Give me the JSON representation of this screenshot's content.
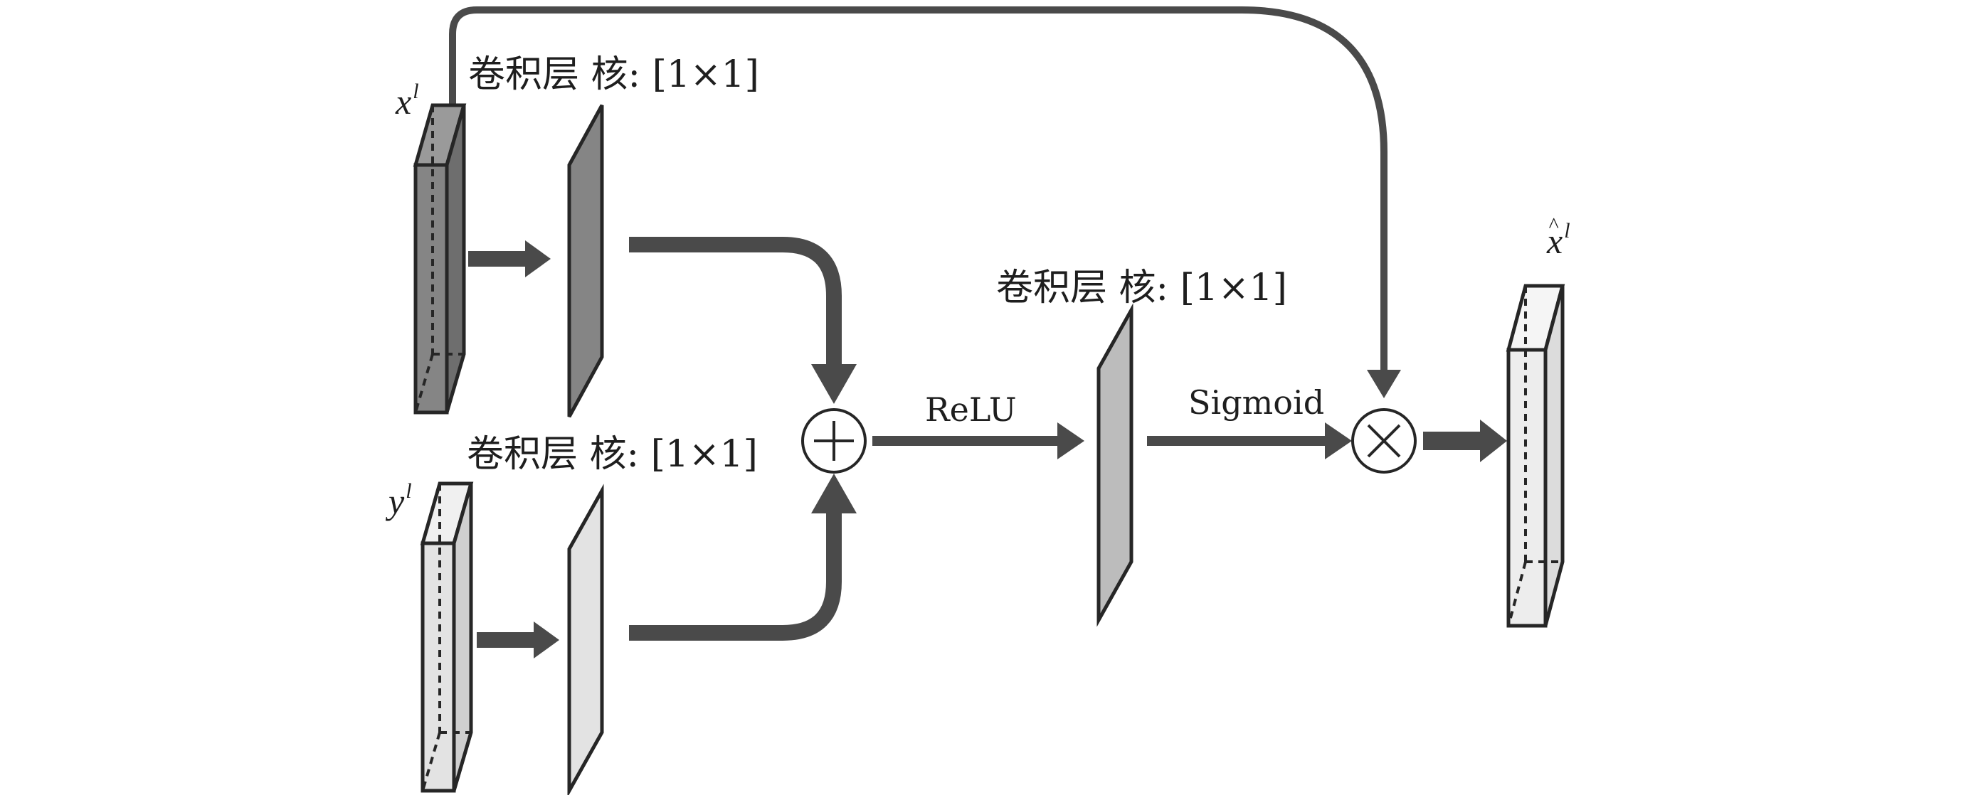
{
  "inputs": {
    "x_var": "x",
    "x_sup": "l",
    "y_var": "y",
    "y_sup": "l"
  },
  "output": {
    "var": "x",
    "hat": "^",
    "sup": "l"
  },
  "layers": {
    "conv_x_label": "卷积层 核: [1×1]",
    "conv_y_label": "卷积层 核: [1×1]",
    "conv_mid_label": "卷积层 核: [1×1]"
  },
  "operations": {
    "add_symbol": "+",
    "relu_label": "ReLU",
    "sigmoid_label": "Sigmoid",
    "multiply_symbol": "×"
  },
  "colors": {
    "x_block": "#858585",
    "y_block": "#e3e3e3",
    "mid_block": "#bcbcbc",
    "out_block": "#ededed",
    "stroke": "#262626",
    "arrow": "#4a4a4a"
  }
}
